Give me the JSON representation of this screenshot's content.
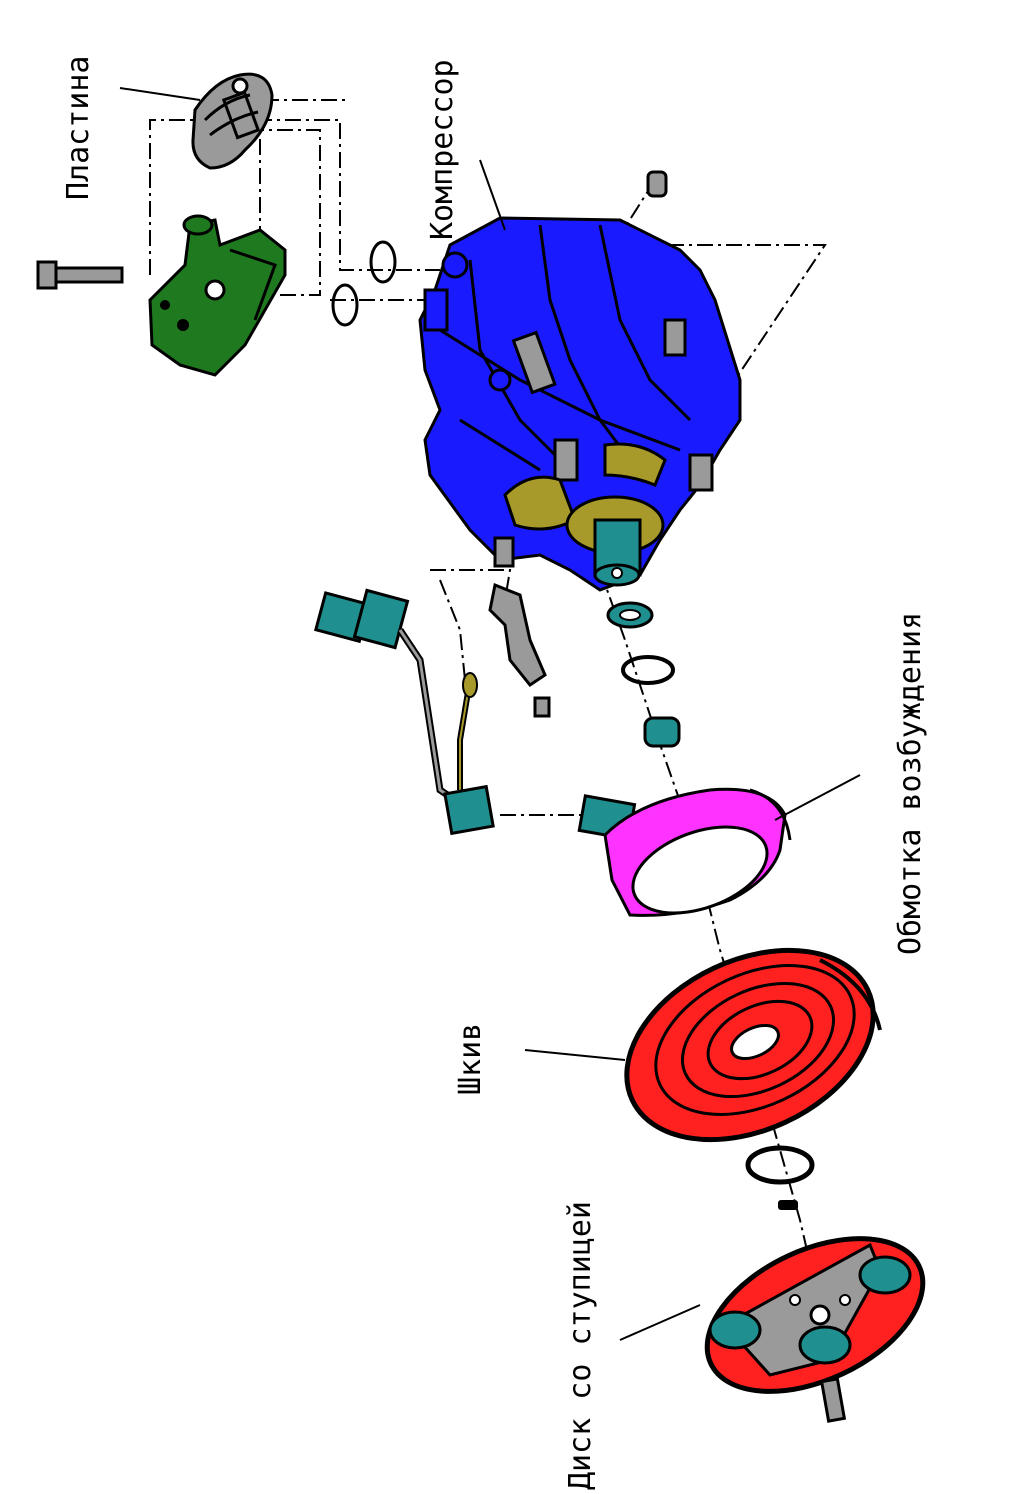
{
  "labels": {
    "plate": "Пластина",
    "compressor": "Компрессор",
    "field_coil": "Обмотка возбуждения",
    "pulley": "Шкив",
    "hub_disc": "Диск со ступицей"
  },
  "colors": {
    "compressor": "#1a1aff",
    "manifold": "#1f7a1f",
    "plate": "#9a9a9a",
    "connectors": "#1f8f8f",
    "field_coil": "#ff33ff",
    "pulley": "#ff2020",
    "hub": "#9a9a9a",
    "shaft_parts": "#a89a2a"
  }
}
